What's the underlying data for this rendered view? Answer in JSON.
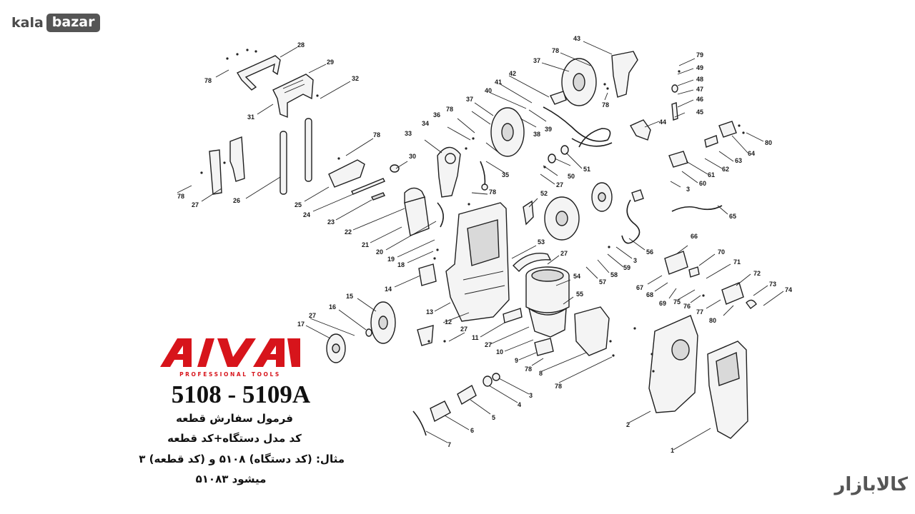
{
  "brand": {
    "prefix": "kala",
    "suffix": "bazar"
  },
  "logo": {
    "wordmark": "AIVA",
    "tagline": "PROFESSIONAL TOOLS",
    "color": "#d7141b"
  },
  "model": "5108 - 5109A",
  "instructions": {
    "line1": "فرمول سفارش قطعه",
    "line2": "کد مدل دستگاه+کد قطعه",
    "line3": "مثال: (کد دستگاه) ۵۱۰۸ و (کد قطعه) ۳",
    "line4": "میشود ۵۱۰۸۳"
  },
  "watermark": "کالابازار",
  "part_labels": {
    "p1": "1",
    "p2": "2",
    "p3a": "3",
    "p3b": "3",
    "p3c": "3",
    "p4": "4",
    "p5": "5",
    "p6": "6",
    "p7": "7",
    "p8": "8",
    "p9": "9",
    "p10": "10",
    "p11": "11",
    "p12": "12",
    "p13": "13",
    "p14": "14",
    "p15": "15",
    "p16": "16",
    "p17": "17",
    "p18": "18",
    "p19": "19",
    "p20": "20",
    "p21": "21",
    "p22": "22",
    "p23": "23",
    "p24": "24",
    "p25": "25",
    "p26": "26",
    "p27a": "27",
    "p27b": "27",
    "p27c": "27",
    "p27d": "27",
    "p27e": "27",
    "p27f": "27",
    "p28": "28",
    "p29": "29",
    "p30": "30",
    "p31": "31",
    "p32": "32",
    "p33": "33",
    "p34": "34",
    "p35": "35",
    "p36": "36",
    "p37a": "37",
    "p37b": "37",
    "p38": "38",
    "p39": "39",
    "p40": "40",
    "p41": "41",
    "p42": "42",
    "p43": "43",
    "p44": "44",
    "p45": "45",
    "p46": "46",
    "p47": "47",
    "p48": "48",
    "p49": "49",
    "p50": "50",
    "p51": "51",
    "p52": "52",
    "p53": "53",
    "p54": "54",
    "p55": "55",
    "p56": "56",
    "p57": "57",
    "p58": "58",
    "p59": "59",
    "p60": "60",
    "p61": "61",
    "p62": "62",
    "p63": "63",
    "p64": "64",
    "p65": "65",
    "p66": "66",
    "p67": "67",
    "p68": "68",
    "p69": "69",
    "p70": "70",
    "p71": "71",
    "p72": "72",
    "p73": "73",
    "p74": "74",
    "p75": "75",
    "p76": "76",
    "p77": "77",
    "p78a": "78",
    "p78b": "78",
    "p78c": "78",
    "p78d": "78",
    "p78e": "78",
    "p78f": "78",
    "p78g": "78",
    "p78h": "78",
    "p78i": "78",
    "p79": "79",
    "p80a": "80",
    "p80b": "80"
  }
}
